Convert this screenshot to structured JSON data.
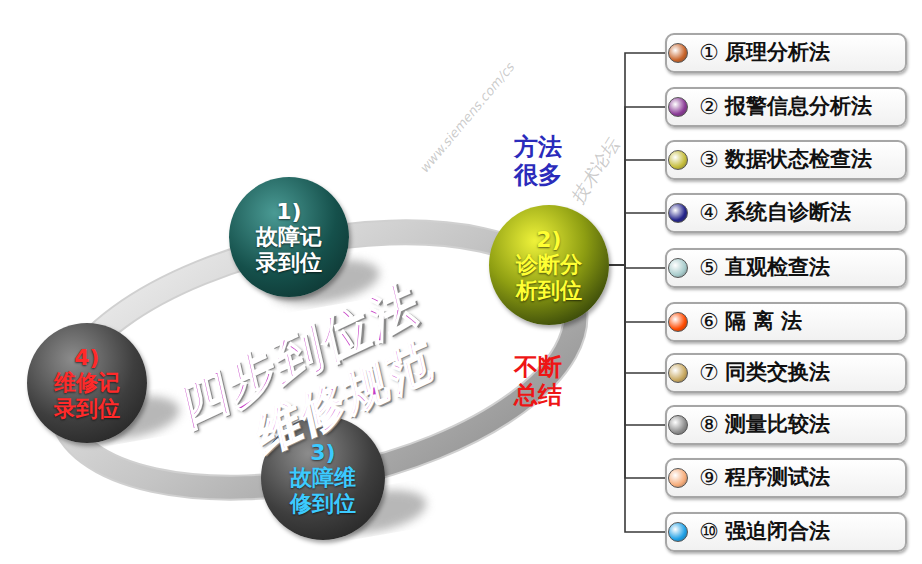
{
  "diagram": {
    "nodes": [
      {
        "text": [
          "1)",
          "故障记 录到位"
        ]
      },
      {
        "text": [
          "2)",
          "诊断分 析到位"
        ]
      },
      {
        "text": [
          "3)",
          "故障维 修到位"
        ]
      },
      {
        "text": [
          "4)",
          "维修记 录到位"
        ]
      },
      {
        "text": [
          "①",
          "原理分析法"
        ]
      },
      {
        "text": [
          "②",
          "报警信息分析法"
        ]
      },
      {
        "text": [
          "③",
          "数据状态检查法"
        ]
      },
      {
        "text": [
          "④",
          "系统自诊断法"
        ]
      },
      {
        "text": [
          "⑤",
          "直观检查法"
        ]
      },
      {
        "text": [
          "⑥",
          "隔 离 法"
        ]
      },
      {
        "text": [
          "⑦",
          "同类交换法"
        ]
      },
      {
        "text": [
          "⑧",
          "测量比较法"
        ]
      },
      {
        "text": [
          "⑨",
          "程序测试法"
        ]
      },
      {
        "text": [
          "⑩",
          "强迫闭合法"
        ]
      }
    ],
    "edges": [
      {
        "from": 1,
        "to": 4,
        "arrow": "none"
      },
      {
        "from": 1,
        "to": 5,
        "arrow": "none"
      },
      {
        "from": 1,
        "to": 6,
        "arrow": "none"
      },
      {
        "from": 1,
        "to": 7,
        "arrow": "none"
      },
      {
        "from": 1,
        "to": 8,
        "arrow": "none"
      },
      {
        "from": 1,
        "to": 9,
        "arrow": "none"
      },
      {
        "from": 1,
        "to": 10,
        "arrow": "none"
      },
      {
        "from": 1,
        "to": 11,
        "arrow": "none"
      },
      {
        "from": 1,
        "to": 12,
        "arrow": "none"
      },
      {
        "from": 1,
        "to": 13,
        "arrow": "none"
      }
    ],
    "labels": [
      "方法 很多",
      "不断 总结",
      "四步到位法",
      "维修规范",
      "技术论坛",
      "www.siemens.com/cs"
    ]
  }
}
